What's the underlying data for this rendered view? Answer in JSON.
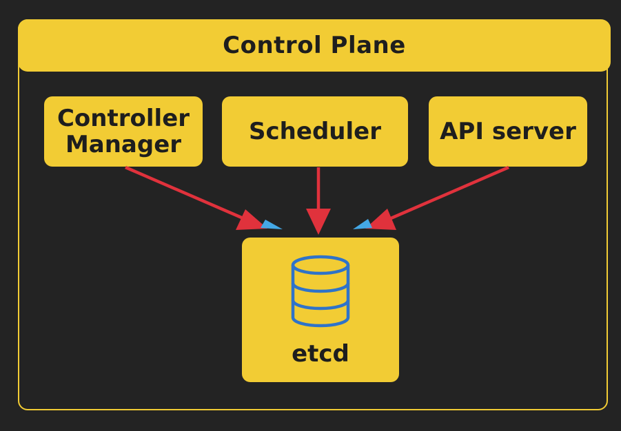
{
  "diagram": {
    "title": "Control Plane",
    "components": {
      "controller_manager": [
        "Controller",
        "Manager"
      ],
      "scheduler": "Scheduler",
      "api_server": "API server",
      "etcd": "etcd"
    },
    "icons": {
      "etcd_icon": "database-icon"
    },
    "colors": {
      "background": "#232323",
      "box_fill": "#f2cc34",
      "text": "#1e1e1e",
      "arrow_red": "#e0323c",
      "arrow_blue": "#44a8e6",
      "database_stroke": "#2f73c9"
    }
  }
}
